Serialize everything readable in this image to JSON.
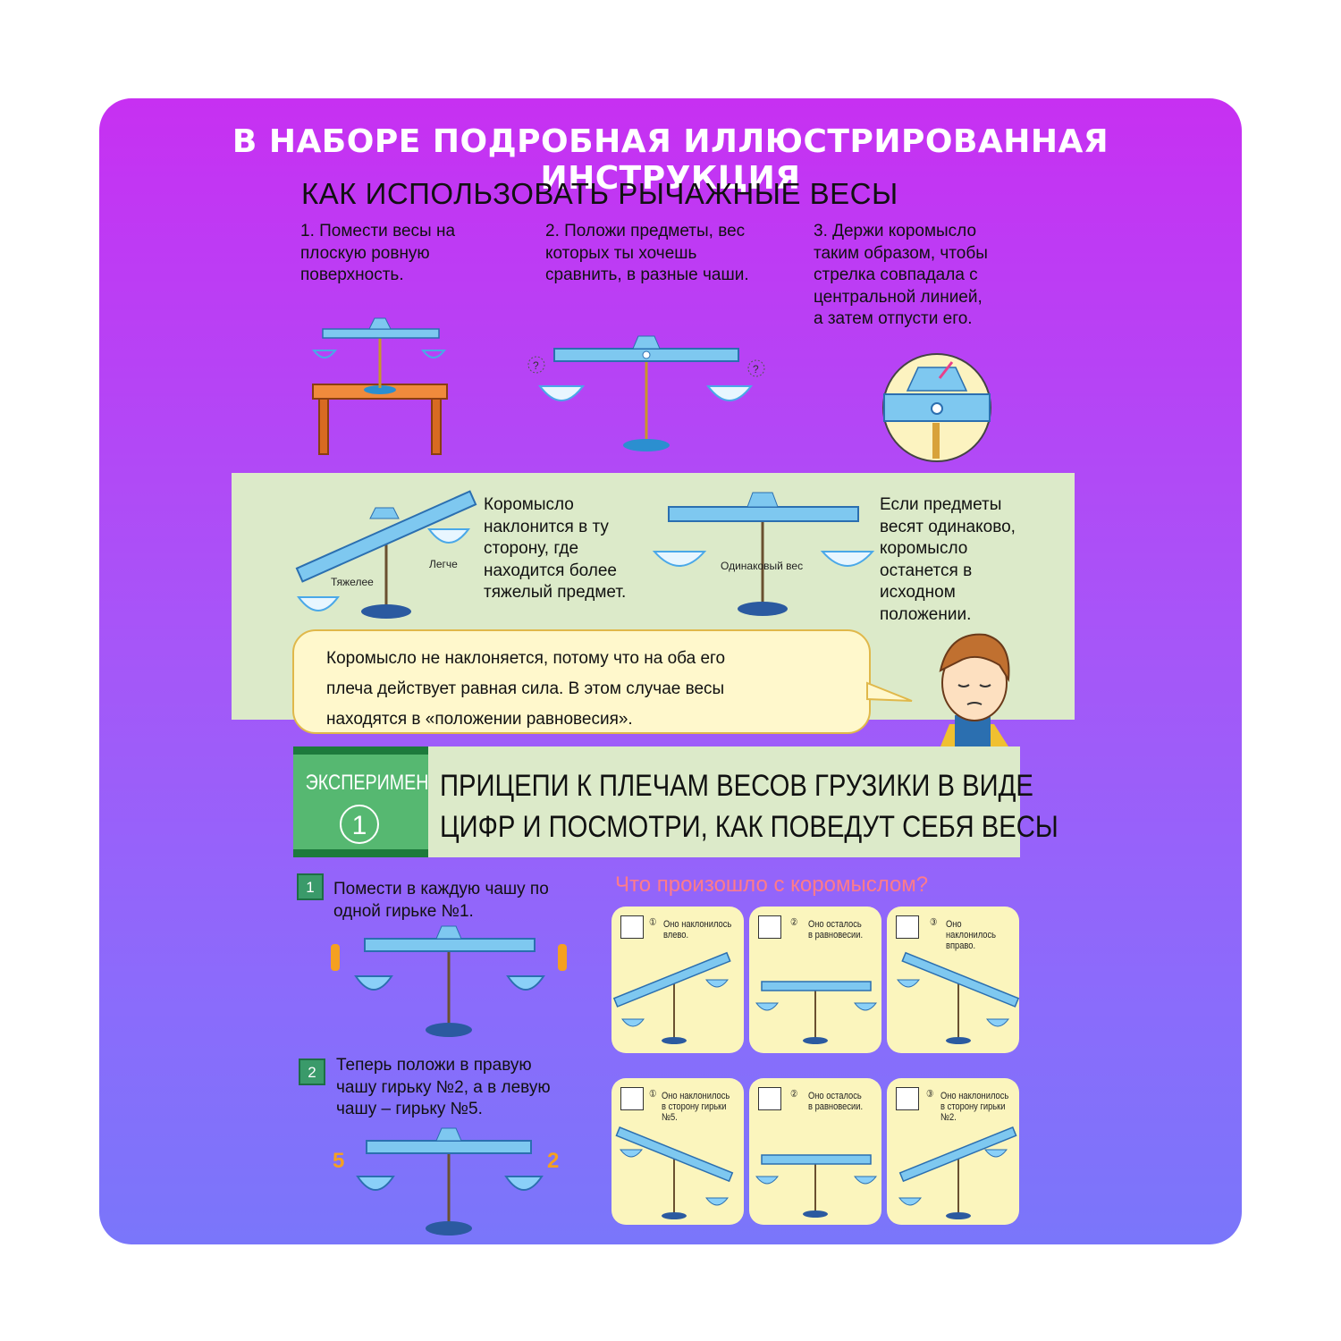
{
  "banner": "В НАБОРЕ ПОДРОБНАЯ ИЛЛЮСТРИРОВАННАЯ ИНСТРУКЦИЯ",
  "how_title": "КАК ИСПОЛЬЗОВАТЬ РЫЧАЖНЫЕ ВЕСЫ",
  "steps": [
    "1. Помести весы на\nплоскую ровную\nповерхность.",
    "2. Положи предметы, вес\nкоторых ты хочешь\nсравнить, в разные чаши.",
    "3. Держи коромысло\nтаким образом, чтобы\nстрелка совпадала с\nцентральной линией,\nа затем отпусти его."
  ],
  "step2_question_mark": "?",
  "green_box": {
    "tilt_text": "Коромысло\nнаклонится в ту\nсторону, где\nнаходится более\nтяжелый предмет.",
    "heavier": "Тяжелее",
    "lighter": "Легче",
    "same_weight": "Одинаковый вес",
    "equal_text": "Если предметы\nвесят одинаково,\nкоромысло\nостанется в\nисходном\nположении."
  },
  "bubble": "Коромысло не наклоняется, потому что на оба его\nплеча действует равная сила. В этом случае весы\nнаходятся в «положении равновесия».",
  "experiment": {
    "label": "ЭКСПЕРИМЕНТ",
    "number": "1",
    "title": "ПРИЦЕПИ К ПЛЕЧАМ ВЕСОВ ГРУЗИКИ В ВИДЕ\nЦИФР И ПОСМОТРИ, КАК ПОВЕДУТ СЕБЯ ВЕСЫ"
  },
  "sub1": {
    "num": "1",
    "text": "Помести в каждую чашу по\nодной гирьке №1."
  },
  "sub2": {
    "num": "2",
    "text": "Теперь положи в правую\nчашу гирьку №2, а в левую\nчашу – гирьку №5.",
    "left_weight": "5",
    "right_weight": "2"
  },
  "question": "Что произошло с коромыслом?",
  "cards_row1": [
    {
      "num": "①",
      "text": "Оно наклонилось\nвлево."
    },
    {
      "num": "②",
      "text": "Оно осталось\nв равновесии."
    },
    {
      "num": "③",
      "text": "Оно\nнаклонилось\nвправо."
    }
  ],
  "cards_row2": [
    {
      "num": "①",
      "text": "Оно наклонилось\nв сторону гирьки\n№5."
    },
    {
      "num": "②",
      "text": "Оно осталось\nв равновесии."
    },
    {
      "num": "③",
      "text": "Оно наклонилось\nв сторону гирьки\n№2."
    }
  ],
  "colors": {
    "beam": "#7ec8f0",
    "beam_edge": "#2b6fb0",
    "table": "#f08a3c",
    "card": "#fbf5bd",
    "green": "#56b871"
  }
}
